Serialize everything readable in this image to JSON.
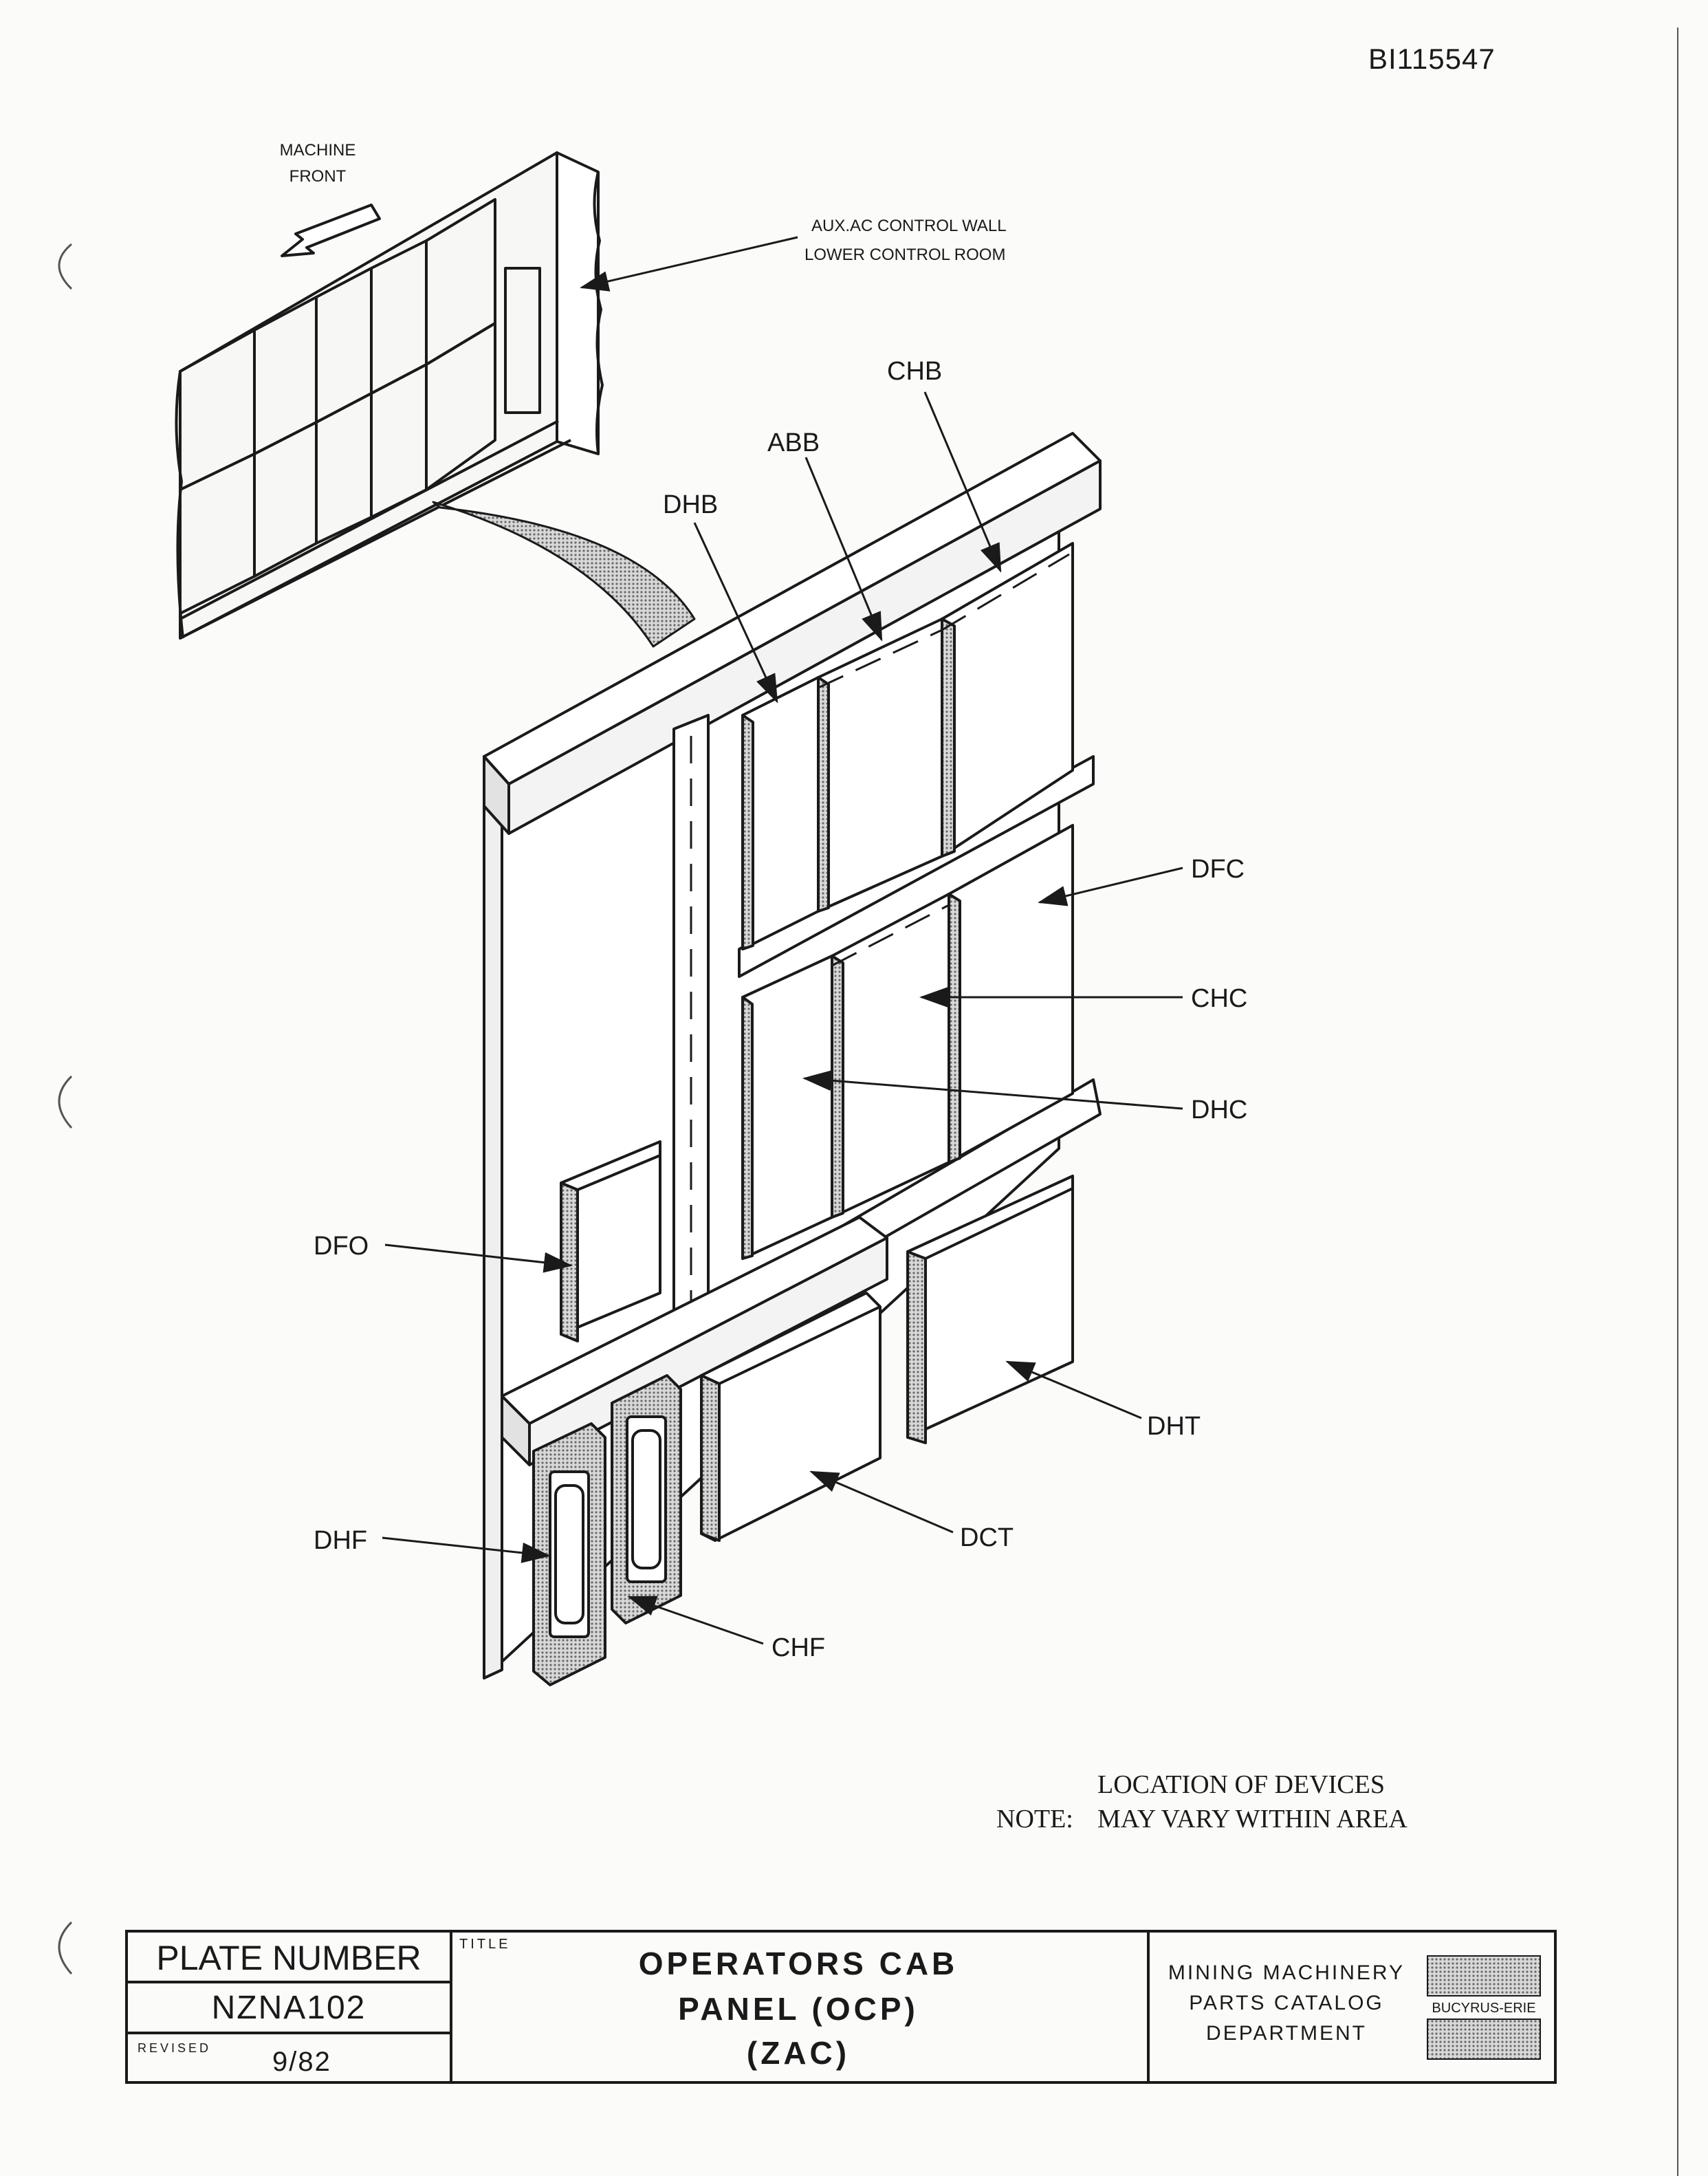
{
  "document_id": "BI115547",
  "inset": {
    "direction_label": [
      "MACHINE",
      "FRONT"
    ],
    "wall_label": [
      "AUX.AC CONTROL WALL",
      "LOWER CONTROL ROOM"
    ]
  },
  "devices": {
    "chb": "CHB",
    "abb": "ABB",
    "dhb": "DHB",
    "dfc": "DFC",
    "chc": "CHC",
    "dhc": "DHC",
    "dfo": "DFO",
    "dht": "DHT",
    "dct": "DCT",
    "dhf": "DHF",
    "chf": "CHF"
  },
  "note": {
    "label": "NOTE:",
    "lines": [
      "LOCATION OF DEVICES",
      "MAY VARY WITHIN AREA"
    ]
  },
  "title_block": {
    "plate_number_header": "PLATE NUMBER",
    "plate_number": "NZNA102",
    "revised_label": "REVISED",
    "revised_value": "9/82",
    "title_label": "TITLE",
    "title_lines": [
      "OPERATORS CAB",
      "PANEL (OCP)",
      "(ZAC)"
    ],
    "department_lines": [
      "MINING MACHINERY",
      "PARTS CATALOG",
      "DEPARTMENT"
    ],
    "logo_text": "BUCYRUS-ERIE"
  }
}
